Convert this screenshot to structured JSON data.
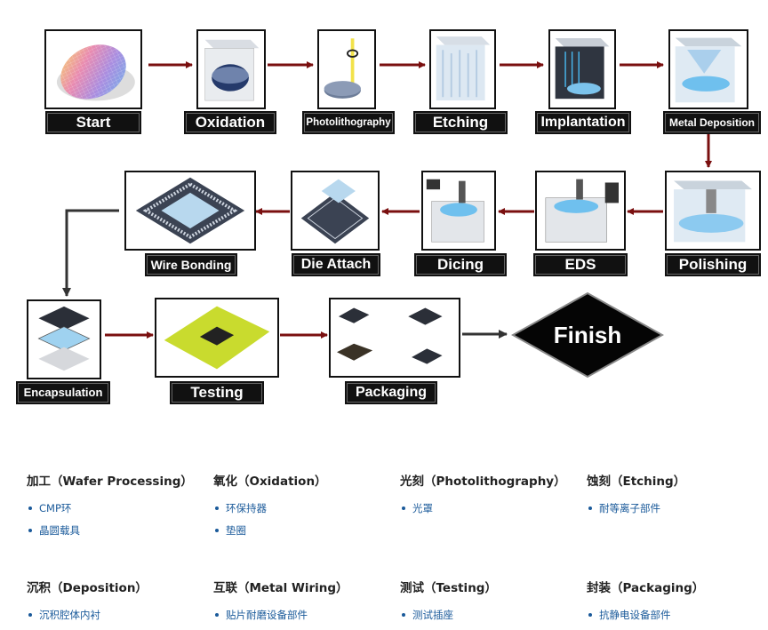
{
  "steps": {
    "start": "Start",
    "oxidation": "Oxidation",
    "photolithography": "Photolithography",
    "etching": "Etching",
    "implantation": "Implantation",
    "metal_deposition": "Metal Deposition",
    "polishing": "Polishing",
    "eds": "EDS",
    "dicing": "Dicing",
    "die_attach": "Die Attach",
    "wire_bonding": "Wire Bonding",
    "encapsulation": "Encapsulation",
    "testing": "Testing",
    "packaging": "Packaging",
    "finish": "Finish"
  },
  "colors": {
    "arrow_red": "#7a0f0f",
    "arrow_dark": "#333333",
    "label_bg": "#111111",
    "link_blue": "#1a5a9a"
  },
  "categories": [
    {
      "title": "加工（Wafer Processing）",
      "items": [
        "CMP环",
        "晶圆载具"
      ]
    },
    {
      "title": "氧化（Oxidation）",
      "items": [
        "环保持器",
        "垫圈"
      ]
    },
    {
      "title": "光刻（Photolithography）",
      "items": [
        "光罩"
      ]
    },
    {
      "title": "蚀刻（Etching）",
      "items": [
        "耐等离子部件"
      ]
    },
    {
      "title": "沉积（Deposition）",
      "items": [
        "沉积腔体内衬"
      ]
    },
    {
      "title": "互联（Metal Wiring）",
      "items": [
        "贴片耐磨设备部件"
      ]
    },
    {
      "title": "测试（Testing）",
      "items": [
        "测试插座"
      ]
    },
    {
      "title": "封装（Packaging）",
      "items": [
        "抗静电设备部件"
      ]
    }
  ]
}
